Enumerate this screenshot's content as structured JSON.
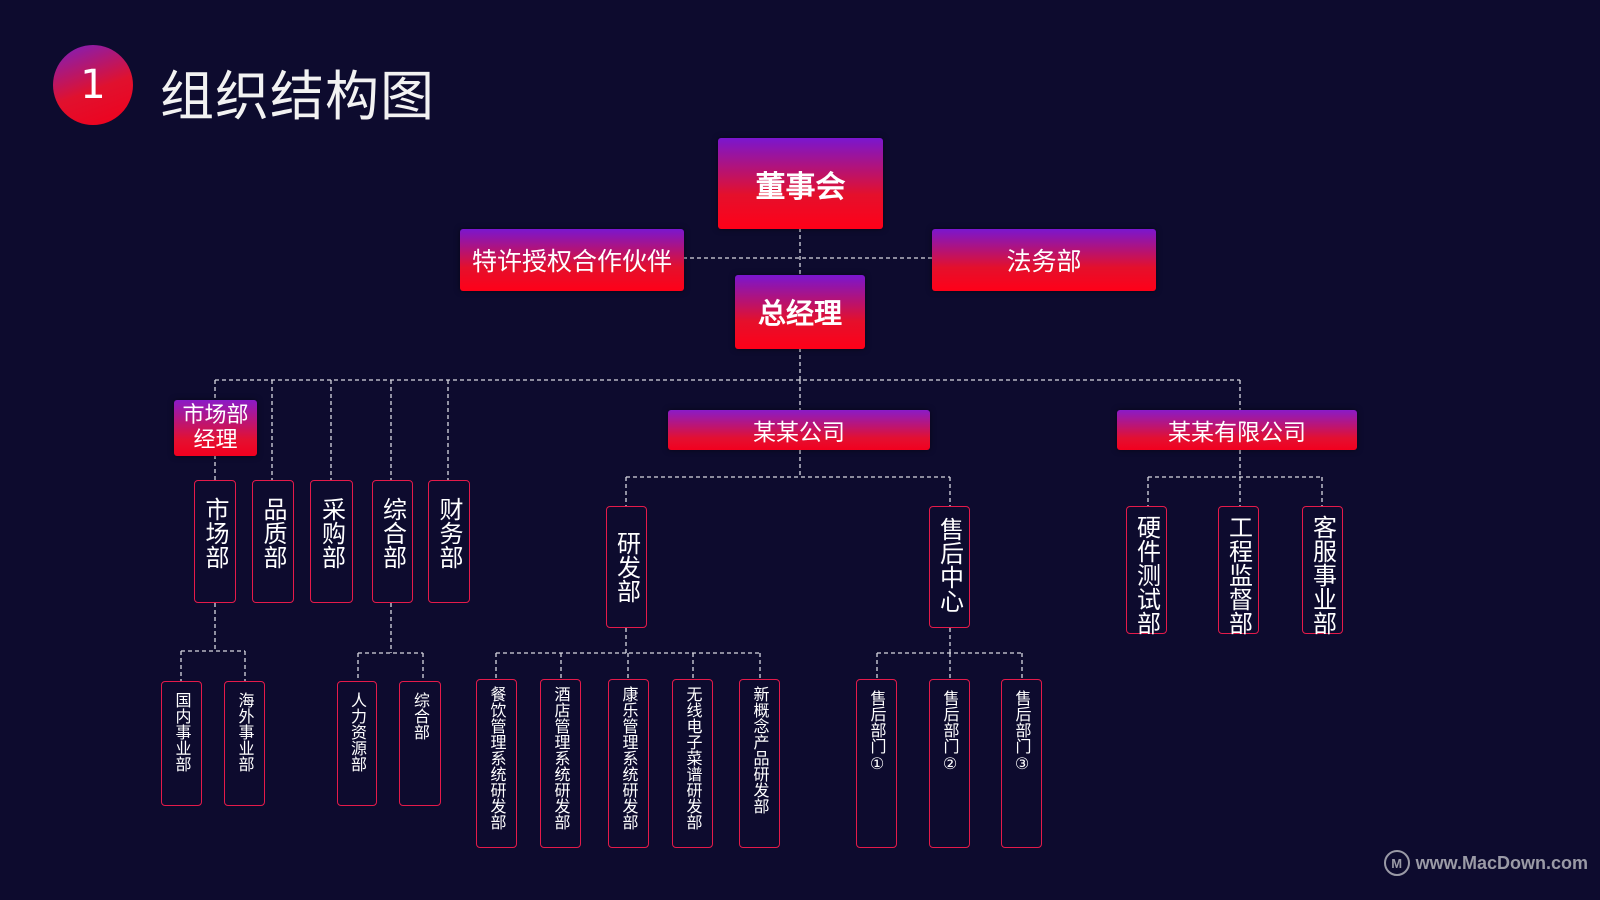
{
  "header": {
    "number": "1",
    "title": "组织结构图"
  },
  "top": {
    "board": "董事会",
    "partner": "特许授权合作伙伴",
    "legal": "法务部",
    "gm": "总经理"
  },
  "branches": {
    "market_manager": "市场部\n经理",
    "company_a": "某某公司",
    "company_b": "某某有限公司"
  },
  "level2": {
    "market": "市场部",
    "quality": "品质部",
    "purchase": "采购部",
    "general": "综合部",
    "finance": "财务部",
    "rd": "研发部",
    "aftersale": "售后中心",
    "hw_test": "硬件测试部",
    "eng_supervise": "工程监督部",
    "customer_service": "客服事业部"
  },
  "level3": {
    "domestic": "国内事业部",
    "overseas": "海外事业部",
    "hr": "人力资源部",
    "general_sub": "综合部",
    "catering_rd": "餐饮管理系统研发部",
    "hotel_rd": "酒店管理系统研发部",
    "leisure_rd": "康乐管理系统研发部",
    "wireless_rd": "无线电子菜谱研发部",
    "newconcept_rd": "新概念产品研发部",
    "sales1": "售后部门①",
    "sales2": "售后部门②",
    "sales3": "售后部门③"
  },
  "watermark": {
    "text": "www.MacDown.com",
    "logo": "M"
  },
  "colors": {
    "background": "#0d0b2e",
    "gradient_top": "#7a16cf",
    "gradient_bottom": "#ff0018",
    "outline": "#e41a4a"
  }
}
